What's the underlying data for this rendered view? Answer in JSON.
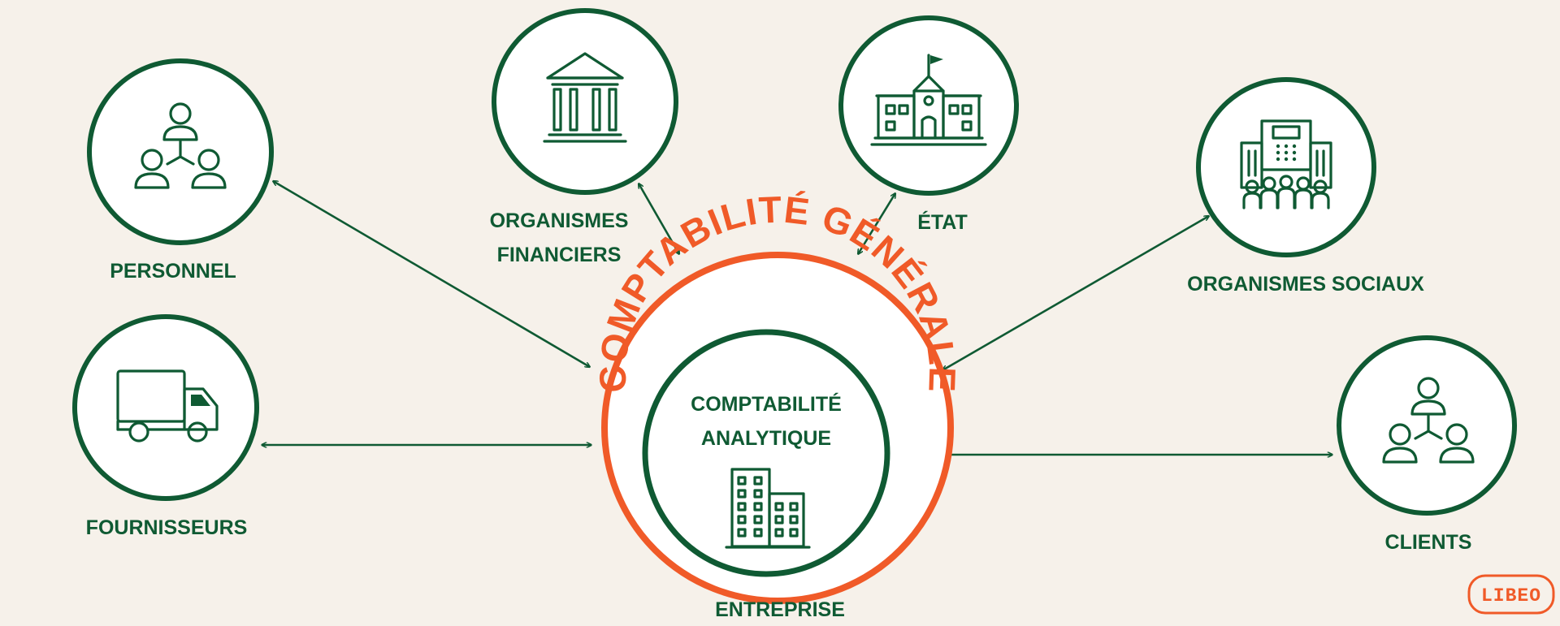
{
  "nodes": {
    "personnel": {
      "label": "PERSONNEL",
      "icon": "people-network-icon"
    },
    "fournisseurs": {
      "label": "FOURNISSEURS",
      "icon": "delivery-truck-icon"
    },
    "organismes_financiers": {
      "label_line1": "ORGANISMES",
      "label_line2": "FINANCIERS",
      "icon": "bank-icon"
    },
    "etat": {
      "label": "ÉTAT",
      "icon": "government-building-icon"
    },
    "organismes_sociaux": {
      "label": "ORGANISMES SOCIAUX",
      "icon": "office-building-people-icon"
    },
    "clients": {
      "label": "CLIENTS",
      "icon": "people-network-icon"
    }
  },
  "center": {
    "outer_label": "COMPTABILITÉ GÉNÉRALE",
    "inner_label_line1": "COMPTABILITÉ",
    "inner_label_line2": "ANALYTIQUE",
    "bottom_label": "ENTREPRISE",
    "icon": "office-buildings-icon"
  },
  "brand": {
    "logo_text": "LIBEO"
  },
  "colors": {
    "green": "#0f5a33",
    "orange": "#f05a28",
    "background": "#f6f1ea"
  }
}
